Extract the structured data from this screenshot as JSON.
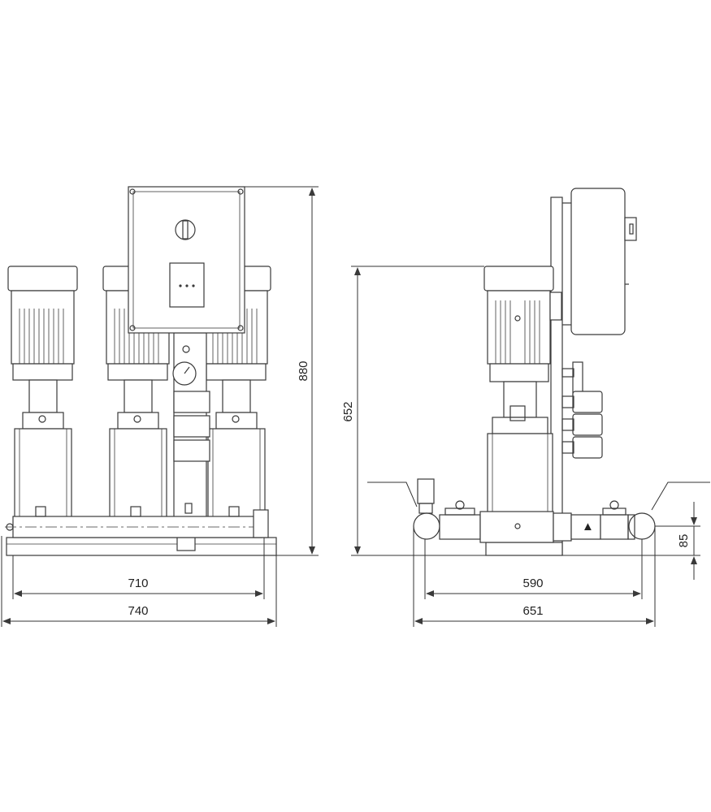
{
  "dimensions": {
    "front_height": "880",
    "front_inner_width": "710",
    "front_outer_width": "740",
    "side_height": "652",
    "side_inner_width": "590",
    "side_outer_width": "651",
    "side_pipe_height": "85"
  },
  "colors": {
    "line": "#3a3a3a",
    "background": "#ffffff"
  }
}
